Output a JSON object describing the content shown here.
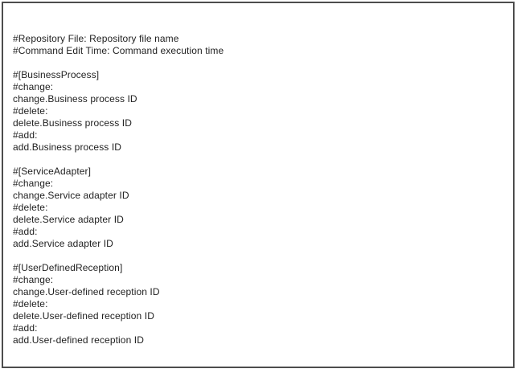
{
  "page": {
    "background_color": "#ffffff",
    "border_color": "#4d4d4d",
    "text_color": "#1f1f1f"
  },
  "document": {
    "lines": [
      "#Repository File: Repository file name",
      "#Command Edit Time: Command execution time",
      "",
      "#[BusinessProcess]",
      "#change:",
      "change.Business process ID",
      "#delete:",
      "delete.Business process ID",
      "#add:",
      "add.Business process ID",
      "",
      "#[ServiceAdapter]",
      "#change:",
      "change.Service adapter ID",
      "#delete:",
      "delete.Service adapter ID",
      "#add:",
      "add.Service adapter ID",
      "",
      "#[UserDefinedReception]",
      "#change:",
      "change.User-defined reception ID",
      "#delete:",
      "delete.User-defined reception ID",
      "#add:",
      "add.User-defined reception ID"
    ]
  }
}
